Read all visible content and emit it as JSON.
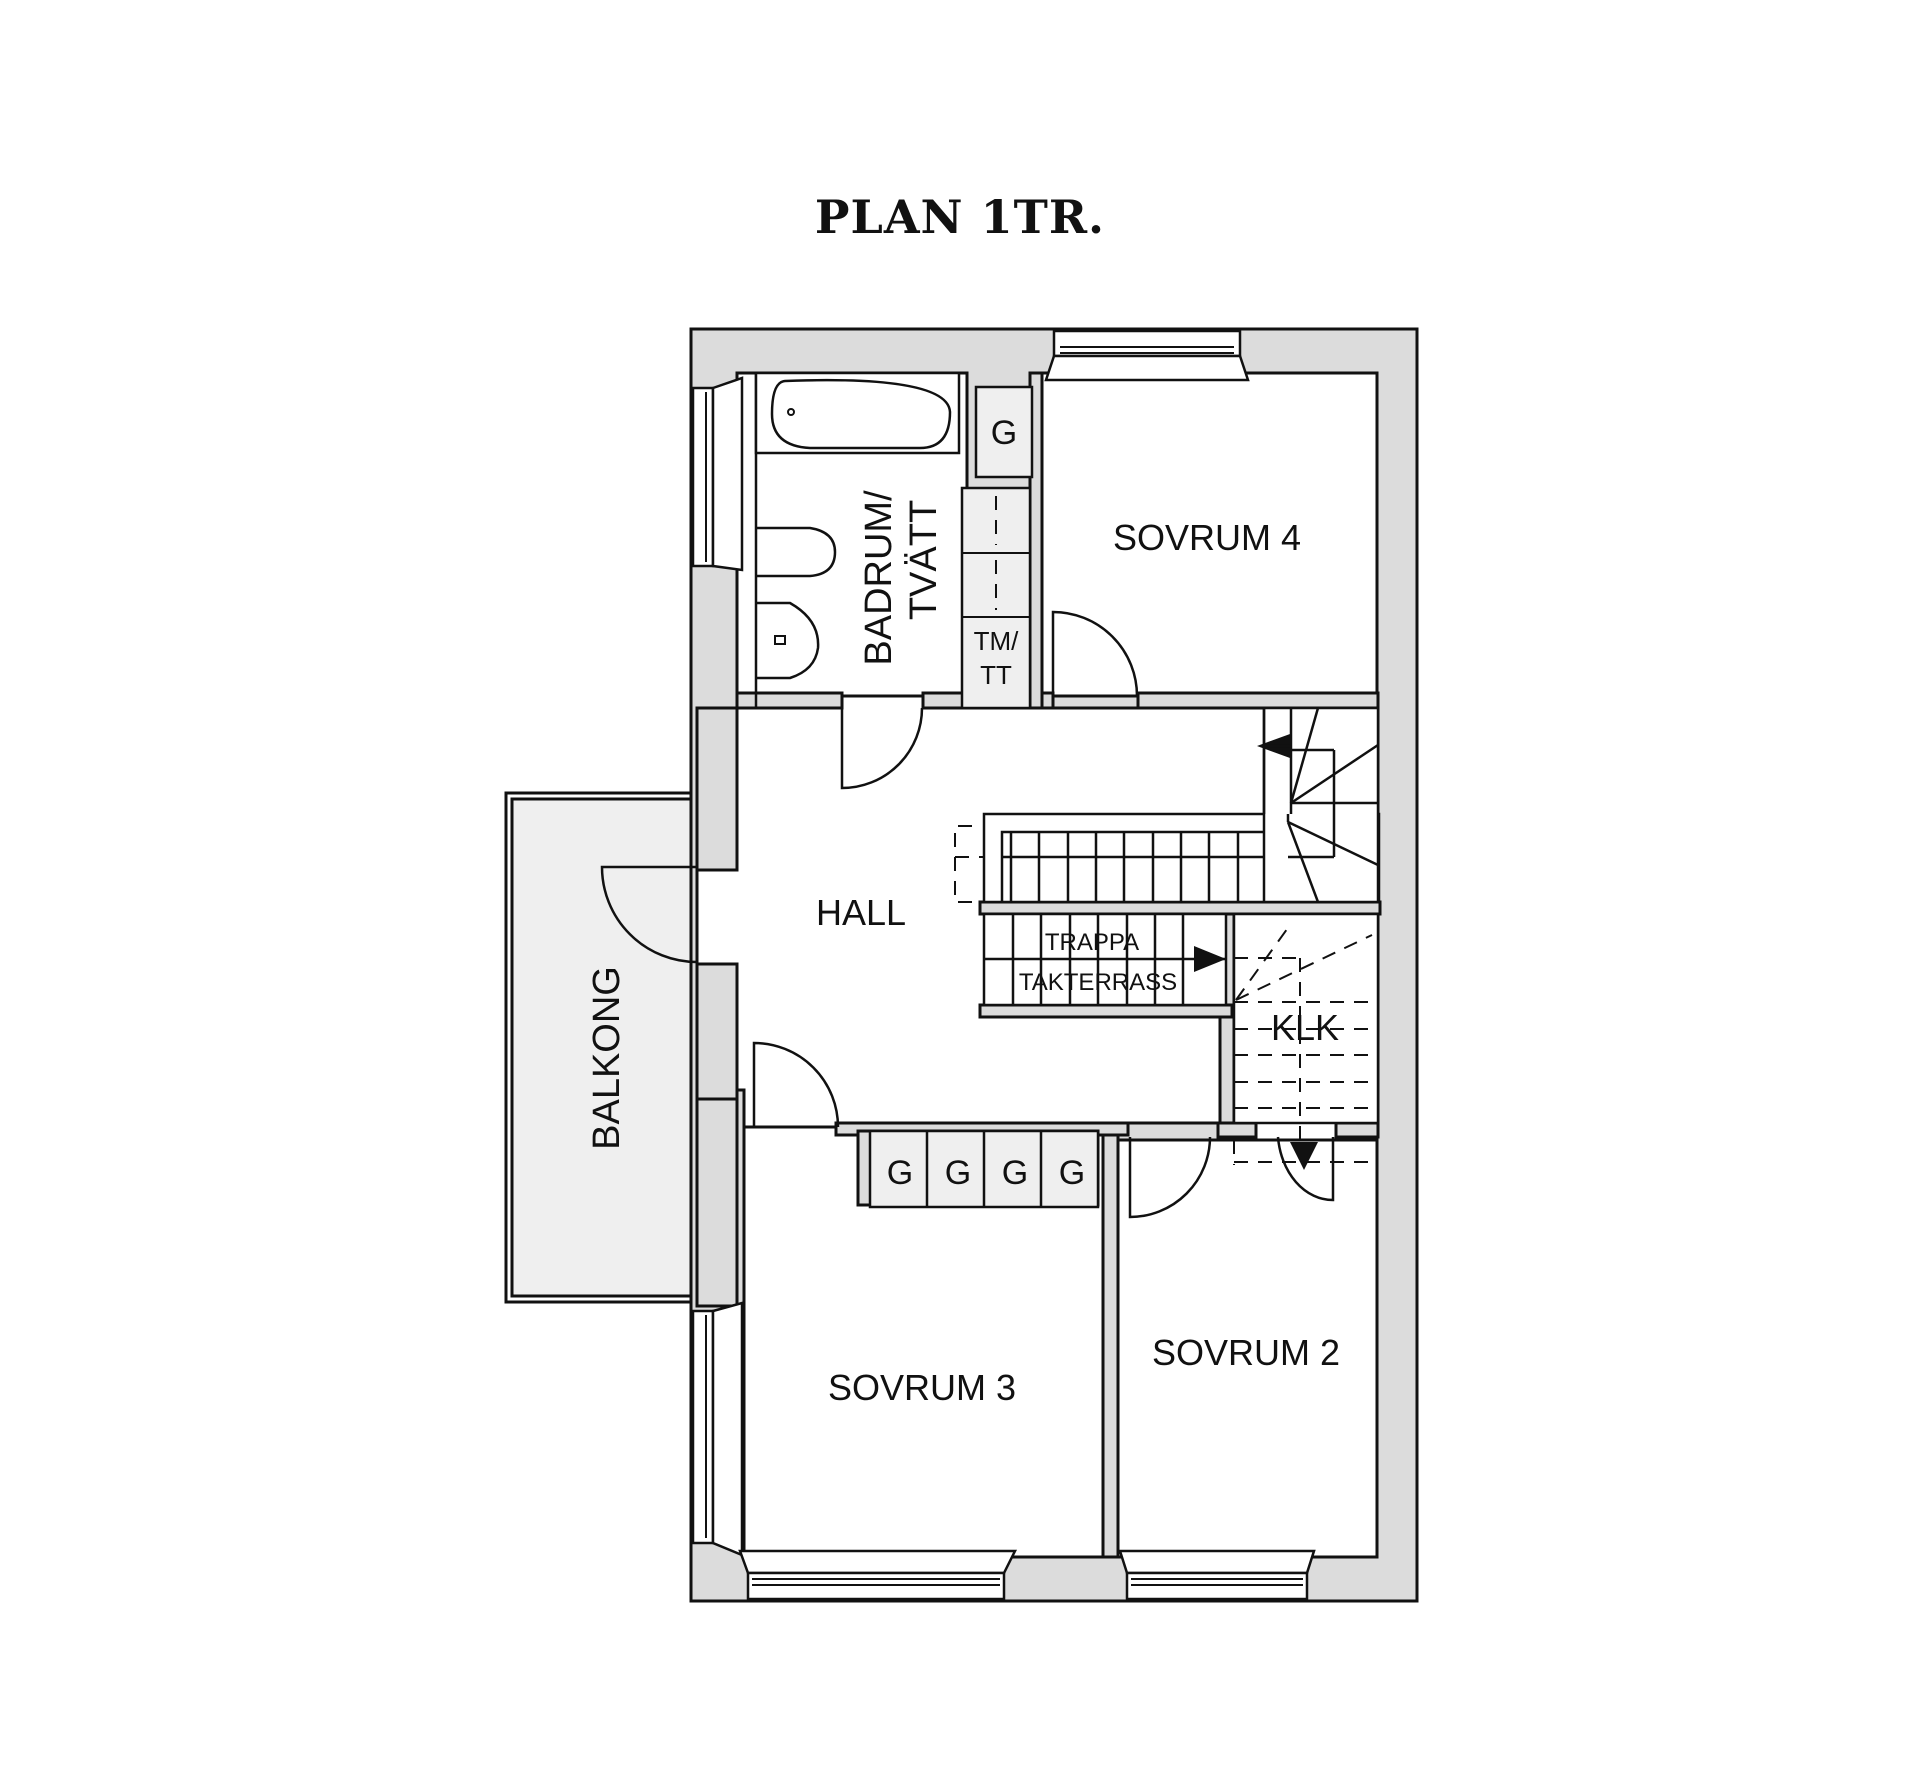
{
  "title": "PLAN 1TR.",
  "rooms": {
    "badrum_line1": "BADRUM/",
    "badrum_line2": "TVÄTT",
    "tmtt_line1": "TM/",
    "tmtt_line2": "TT",
    "sovrum4": "SOVRUM 4",
    "sovrum3": "SOVRUM 3",
    "sovrum2": "SOVRUM 2",
    "hall": "HALL",
    "balkong": "BALKONG",
    "trappa_line1": "TRAPPA",
    "trappa_line2": "TAKTERRASS",
    "klk": "KLK"
  },
  "wardrobes": {
    "single": "G",
    "row": [
      "G",
      "G",
      "G",
      "G"
    ]
  },
  "colors": {
    "wall": "#dcdcdc",
    "balcony": "#efefef",
    "line": "#111111",
    "background": "#ffffff"
  }
}
